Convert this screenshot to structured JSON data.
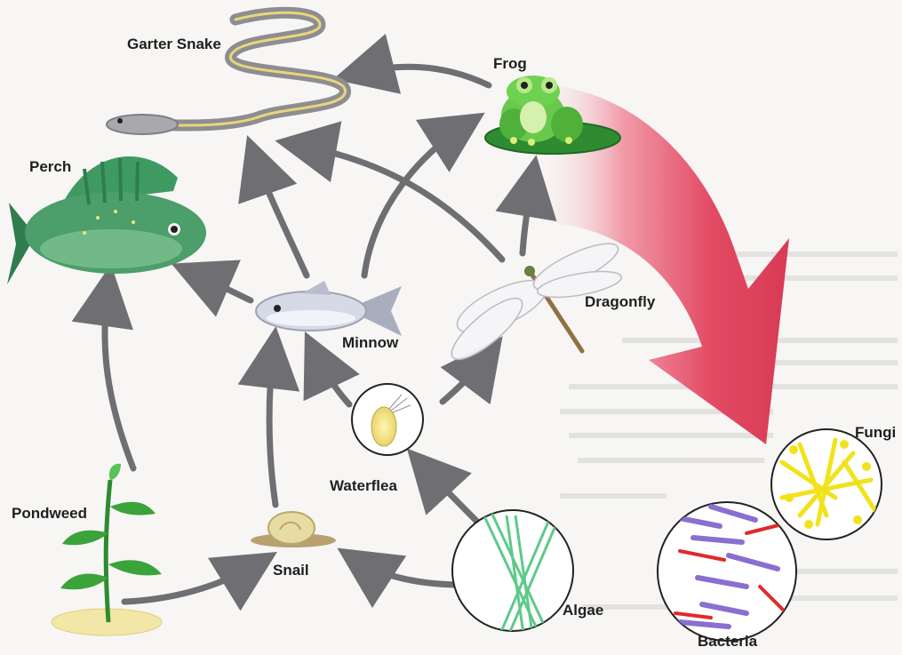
{
  "labels": {
    "garter_snake": "Garter Snake",
    "frog": "Frog",
    "perch": "Perch",
    "dragonfly": "Dragonfly",
    "minnow": "Minnow",
    "waterflea": "Waterflea",
    "pondweed": "Pondweed",
    "snail": "Snail",
    "algae": "Algae",
    "bacteria": "Bacteria",
    "fungi": "Fungi"
  },
  "colors": {
    "arrow": "#6f6e72",
    "decomposer_arrow": "#e0475f",
    "perch": "#3f8f5c",
    "frog": "#55c243",
    "algae": "#5fc98a",
    "bacteria_rod_purple": "#8a6fd0",
    "bacteria_rod_red": "#e02a2a",
    "fungi": "#f2e21c"
  }
}
